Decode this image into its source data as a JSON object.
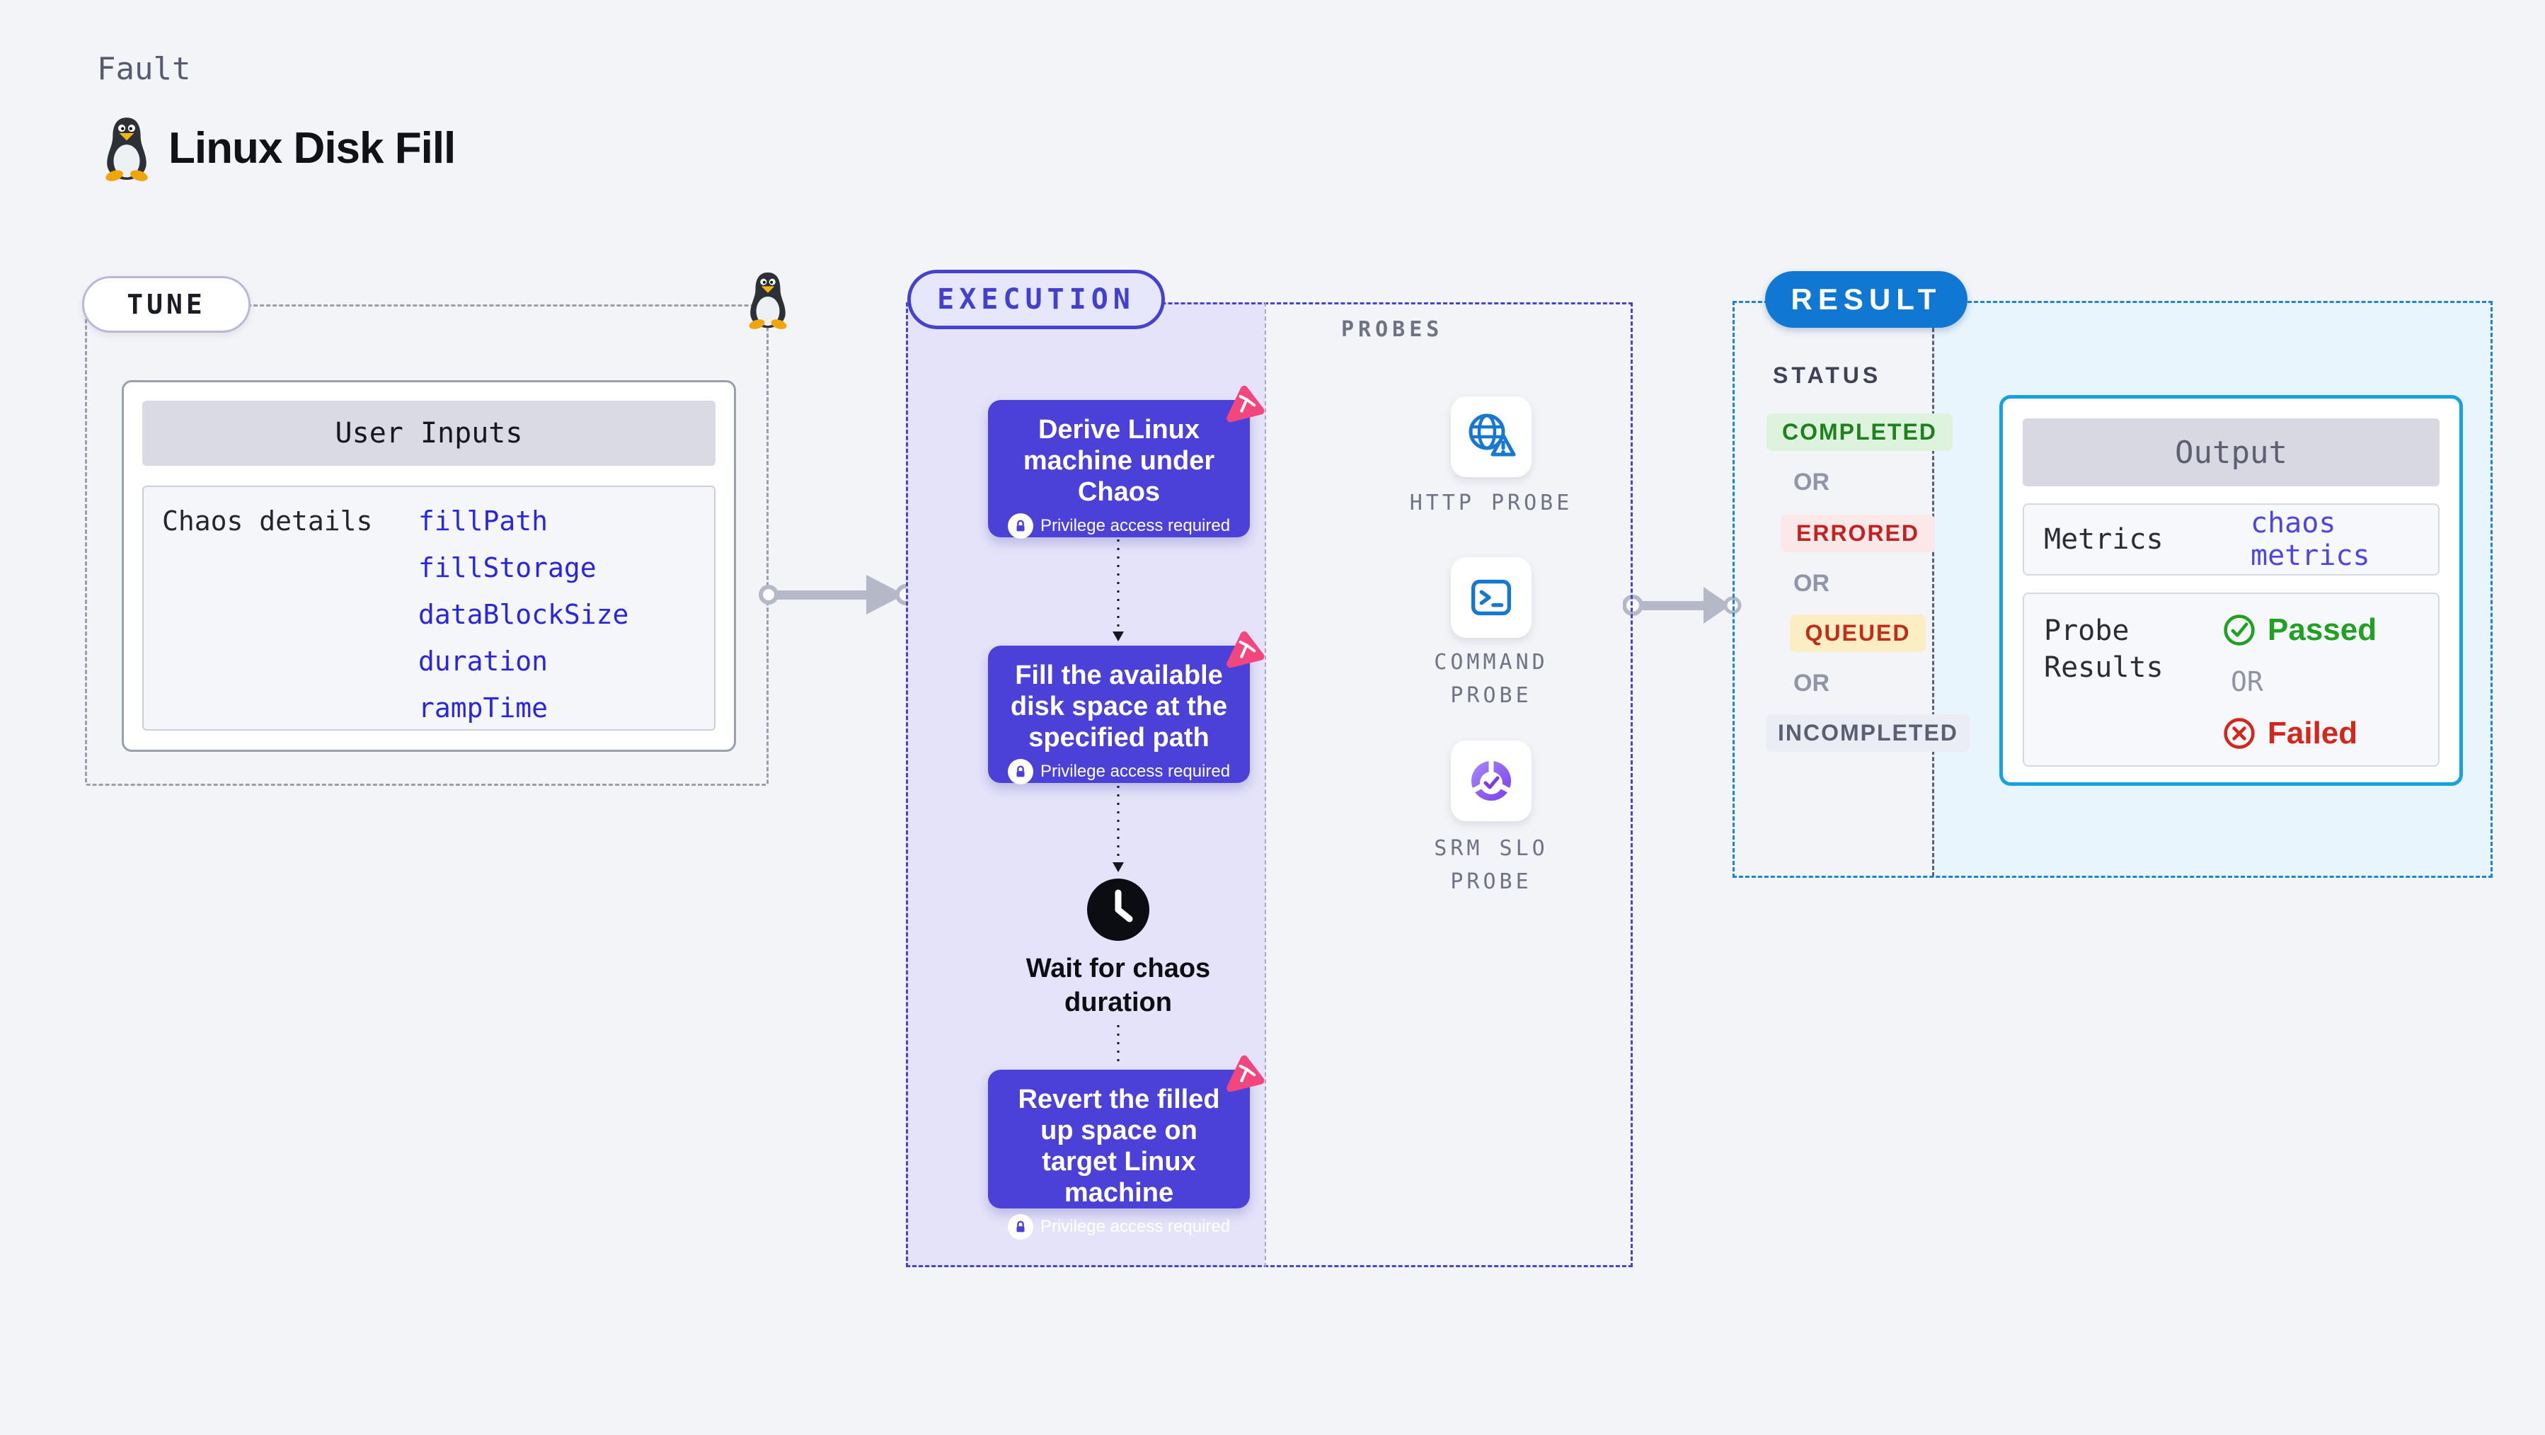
{
  "header": {
    "kicker": "Fault",
    "title": "Linux Disk Fill"
  },
  "tune": {
    "label": "TUNE",
    "card_title": "User Inputs",
    "row_label": "Chaos details",
    "params": [
      "fillPath",
      "fillStorage",
      "dataBlockSize",
      "duration",
      "rampTime"
    ]
  },
  "execution": {
    "label": "EXECUTION",
    "privilege_badge": "Privilege access required",
    "steps": [
      {
        "title": "Derive Linux machine under Chaos"
      },
      {
        "title": "Fill the available disk space at the specified path"
      },
      {
        "title": "Revert the filled up space on target Linux machine"
      }
    ],
    "wait_label": "Wait for chaos duration"
  },
  "probes": {
    "label": "PROBES",
    "items": [
      {
        "name": "HTTP PROBE",
        "icon": "globe-alert-icon"
      },
      {
        "name": "COMMAND PROBE",
        "icon": "terminal-icon"
      },
      {
        "name": "SRM SLO PROBE",
        "icon": "slo-donut-icon"
      }
    ]
  },
  "result": {
    "label": "RESULT",
    "status_title": "STATUS",
    "or_label": "OR",
    "statuses": [
      {
        "label": "COMPLETED",
        "fg": "#1d811d",
        "bg": "#ddf3dd"
      },
      {
        "label": "ERRORED",
        "fg": "#c32222",
        "bg": "#fbe9e9"
      },
      {
        "label": "QUEUED",
        "fg": "#c02d18",
        "bg": "#fbeec5"
      },
      {
        "label": "INCOMPLETED",
        "fg": "#5a5f72",
        "bg": "#ebedf4"
      }
    ],
    "output": {
      "title": "Output",
      "metrics_label": "Metrics",
      "metrics_value": "chaos metrics",
      "probe_results_label": "Probe Results",
      "passed": "Passed",
      "or_label": "OR",
      "failed": "Failed"
    }
  },
  "colors": {
    "background": "#f3f4f8",
    "execution_purple": "#4b40d8",
    "execution_panel": "#e4e3f9",
    "indigo_dash": "#4744d4",
    "result_blue": "#1078d2",
    "result_dash": "#1b86d6",
    "result_panel": "#e8f5fc",
    "param_blue": "#2a26df",
    "link_violet": "#4e46e4",
    "passed_green": "#21a121",
    "failed_red": "#d3271b",
    "chaos_pink": "#f2477e",
    "probe_icon_blue": "#1778d2"
  }
}
